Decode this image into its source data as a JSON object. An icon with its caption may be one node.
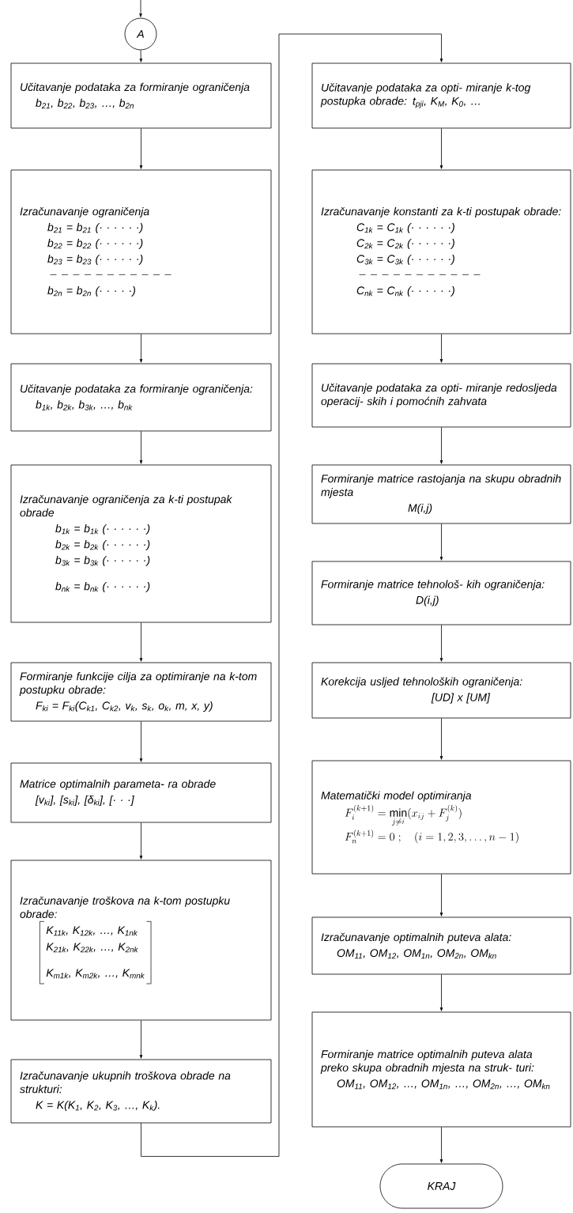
{
  "diagram": {
    "nodes": [
      {
        "text": [
          "A"
        ]
      },
      {
        "text": [
          "Učitavanje podataka za formiranje ograničenja",
          "b$_{21}$, b$_{22}$, b$_{23}$, …, b$_{2n}$"
        ]
      },
      {
        "text": [
          "Izračunavanje ograničenja",
          "b$_{21}$ = b$_{21}$ (· · · · · ·)",
          "b$_{22}$ = b$_{22}$ (· · · · · ·)",
          "b$_{23}$ = b$_{23}$ (· · · · · ·)",
          "b$_{2n}$ = b$_{2n}$ (· · · · ·)"
        ]
      },
      {
        "text": [
          "Učitavanje podataka za formiranje ograničenja:",
          "b$_{1k}$, b$_{2k}$, b$_{3k}$, …, b$_{nk}$"
        ]
      },
      {
        "text": [
          "Izračunavanje ograničenja za k-ti postupak obrade",
          "b$_{1k}$ = b$_{1k}$ (· · · · · ·)",
          "b$_{2k}$ = b$_{2k}$ (· · · · · ·)",
          "b$_{3k}$ = b$_{3k}$ (· · · · · ·)",
          "b$_{nk}$ = b$_{nk}$ (· · · · · ·)"
        ]
      },
      {
        "text": [
          "Formiranje funkcije cilja za optimiranje na k-tom postupku obrade:",
          "F$_{ki}$ = F$_{ki}$(C$_{k1}$, C$_{k2}$, v$_{k}$, s$_{k}$, o$_{k}$, m, x, y)"
        ]
      },
      {
        "text": [
          "Matrice optimalnih parameta- ra obrade",
          "[v$_{ki}$], [s$_{ki}$], [δ$_{ki}$], [· · ·]"
        ]
      },
      {
        "text": [
          "Izračunavanje troškova na k-tom postupku obrade:",
          "K$_{11k}$, K$_{12k}$, …, K$_{1nk}$",
          "K$_{21k}$, K$_{22k}$, …, K$_{2nk}$",
          "K$_{m1k}$, K$_{m2k}$, …, K$_{mnk}$"
        ]
      },
      {
        "text": [
          "Izračunavanje ukupnih troškova obrade na strukturi:",
          "K = K(K$_{1}$, K$_{2}$, K$_{3}$, …, K$_{k}$)."
        ]
      },
      {
        "text": [
          "Učitavanje podataka za opti- miranje k-tog postupka obrade: t$_{pji}$, K$_{M}$, K$_{0}$, …"
        ]
      },
      {
        "text": [
          "Izračunavanje konstanti za k-ti postupak obrade:",
          "C$_{1k}$ = C$_{1k}$ (· · · · · ·)",
          "C$_{2k}$ = C$_{2k}$ (· · · · · ·)",
          "C$_{3k}$ = C$_{3k}$ (· · · · · ·)",
          "C$_{nk}$ = C$_{nk}$ (· · · · · ·)"
        ]
      },
      {
        "text": [
          "Učitavanje podataka za opti- miranje redosljeda operacij- skih i pomoćnih zahvata"
        ]
      },
      {
        "text": [
          "Formiranje matrice rastojanja na skupu obradnih mjesta",
          "M(i,j)"
        ]
      },
      {
        "text": [
          "Formiranje matrice tehnološ- kih ograničenja:",
          "D(i,j)"
        ]
      },
      {
        "text": [
          "Korekcija usljed tehnoloških ograničenja:",
          "[UD] x [UM]"
        ]
      },
      {
        "text": [
          "Matematički model optimiranja",
          "F_i^{(k+1)} = \\min_{j \\neq i} (x_{ij} + F_j^{(k)})",
          "F_n^{(k+1)} = 0\\;;\\quad (i = 1, 2, 3, \\ldots, n-1)"
        ]
      },
      {
        "text": [
          "Izračunavanje optimalnih puteva alata:",
          "OM$_{11}$, OM$_{12}$, OM$_{1n}$, OM$_{2n}$, OM$_{kn}$"
        ]
      },
      {
        "text": [
          "Formiranje matrice optimalnih puteva alata preko skupa obradnih mjesta na struk- turi:",
          "OM$_{11}$, OM$_{12}$, …, OM$_{1n}$, …, OM$_{2n}$, …, OM$_{kn}$"
        ]
      },
      {
        "text": [
          "KRAJ"
        ]
      }
    ],
    "edges": [
      {
        "from": null,
        "to": 0,
        "arrow": "to"
      },
      {
        "from": 0,
        "to": 1,
        "arrow": "to"
      },
      {
        "from": 1,
        "to": 2,
        "arrow": "to"
      },
      {
        "from": 2,
        "to": 3,
        "arrow": "to"
      },
      {
        "from": 3,
        "to": 4,
        "arrow": "to"
      },
      {
        "from": 4,
        "to": 5,
        "arrow": "to"
      },
      {
        "from": 5,
        "to": 6,
        "arrow": "to"
      },
      {
        "from": 6,
        "to": 7,
        "arrow": "to"
      },
      {
        "from": 7,
        "to": 8,
        "arrow": "to"
      },
      {
        "from": 8,
        "to": 9,
        "arrow": "to"
      },
      {
        "from": 9,
        "to": 10,
        "arrow": "to"
      },
      {
        "from": 10,
        "to": 11,
        "arrow": "to"
      },
      {
        "from": 11,
        "to": 12,
        "arrow": "to"
      },
      {
        "from": 12,
        "to": 13,
        "arrow": "to"
      },
      {
        "from": 13,
        "to": 14,
        "arrow": "to"
      },
      {
        "from": 14,
        "to": 15,
        "arrow": "to"
      },
      {
        "from": 15,
        "to": 16,
        "arrow": "to"
      },
      {
        "from": 16,
        "to": 17,
        "arrow": "to"
      },
      {
        "from": 17,
        "to": 18,
        "arrow": "to"
      }
    ]
  }
}
